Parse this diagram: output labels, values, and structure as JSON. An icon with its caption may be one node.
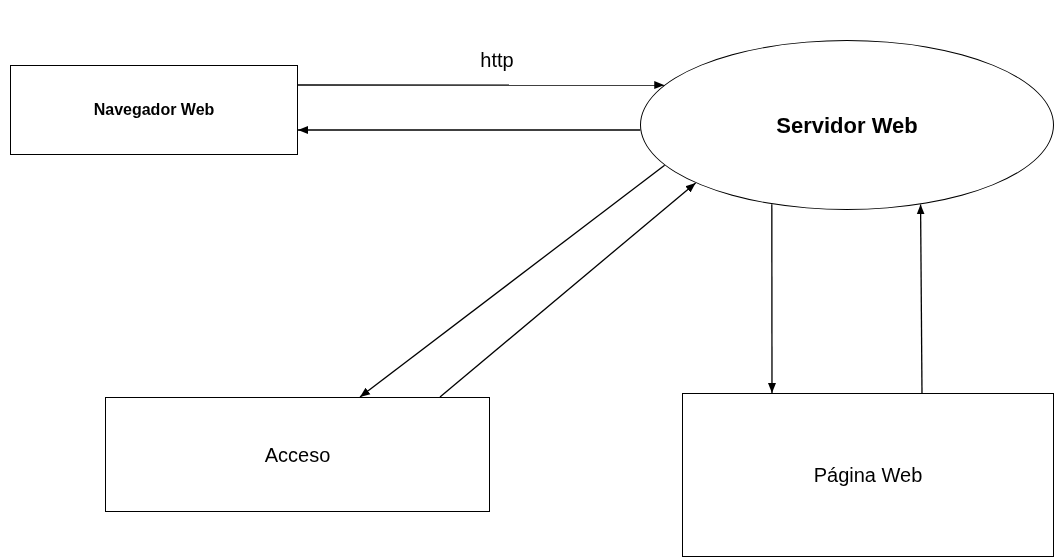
{
  "diagram": {
    "nodes": [
      {
        "text": [
          "Navegador Web"
        ]
      },
      {
        "text": [
          "Servidor Web"
        ]
      },
      {
        "text": [
          "Acceso"
        ]
      },
      {
        "text": [
          "Página Web"
        ]
      }
    ],
    "edges": [
      {
        "from": 0,
        "to": 1,
        "arrow": "to",
        "label": "http"
      },
      {
        "from": 1,
        "to": 0,
        "arrow": "to"
      },
      {
        "from": 1,
        "to": 2,
        "arrow": "to"
      },
      {
        "from": 2,
        "to": 1,
        "arrow": "to"
      },
      {
        "from": 1,
        "to": 3,
        "arrow": "to"
      },
      {
        "from": 3,
        "to": 1,
        "arrow": "to"
      }
    ]
  }
}
